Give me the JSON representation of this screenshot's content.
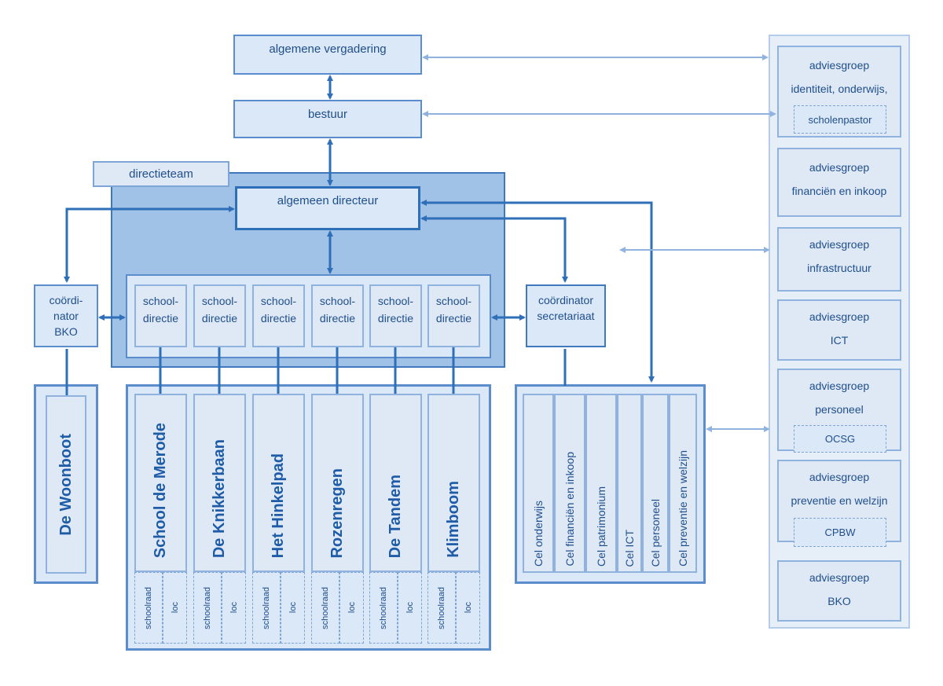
{
  "nodes": {
    "algemene_vergadering": "algemene vergadering",
    "bestuur": "bestuur",
    "directieteam": "directieteam",
    "algemeen_directeur": "algemeen directeur",
    "coordinator_bko": [
      "coördi-",
      "nator",
      "BKO"
    ],
    "coordinator_secretariaat": [
      "coördinator",
      "secretariaat"
    ],
    "schooldirectie": [
      "school-",
      "directie"
    ],
    "de_woonboot": "De Woonboot"
  },
  "schools": [
    {
      "name": "School de Merode",
      "sub1": "schoolraad",
      "sub2": "loc"
    },
    {
      "name": "De Knikkerbaan",
      "sub1": "schoolraad",
      "sub2": "loc"
    },
    {
      "name": "Het Hinkelpad",
      "sub1": "schoolraad",
      "sub2": "loc"
    },
    {
      "name": "Rozenregen",
      "sub1": "schoolraad",
      "sub2": "loc"
    },
    {
      "name": "De Tandem",
      "sub1": "schoolraad",
      "sub2": "loc"
    },
    {
      "name": "Klimboom",
      "sub1": "schoolraad",
      "sub2": "loc"
    }
  ],
  "cellen": [
    "Cel onderwijs",
    "Cel financiën en inkoop",
    "Cel patrimonium",
    "Cel ICT",
    "Cel personeel",
    "Cel preventie en welzijn"
  ],
  "adviesgroepen": [
    {
      "l1": "adviesgroep",
      "l2": "identiteit, onderwijs,",
      "sub": "scholenpastor"
    },
    {
      "l1": "adviesgroep",
      "l2": "financiën en inkoop",
      "sub": ""
    },
    {
      "l1": "adviesgroep",
      "l2": "infrastructuur",
      "sub": ""
    },
    {
      "l1": "adviesgroep",
      "l2": "ICT",
      "sub": ""
    },
    {
      "l1": "adviesgroep",
      "l2": "personeel",
      "sub": "OCSG"
    },
    {
      "l1": "adviesgroep",
      "l2": "preventie en welzijn",
      "sub": "CPBW"
    },
    {
      "l1": "adviesgroep",
      "l2": "BKO",
      "sub": ""
    }
  ],
  "colors": {
    "dark_line": "#2e6fb8",
    "light_line": "#8fb3de",
    "panel": "#9fc2e6",
    "box_fill": "#dbe8f7"
  }
}
